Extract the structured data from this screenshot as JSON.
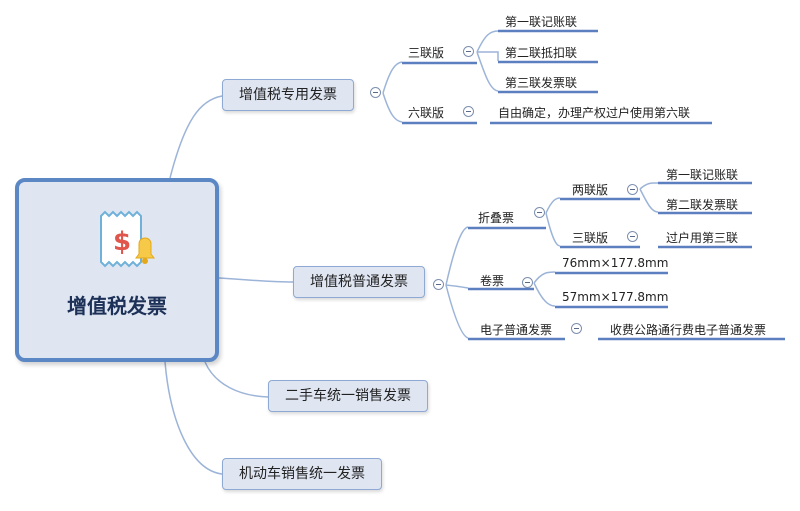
{
  "root": {
    "title": "增值税发票",
    "icon": "invoice-receipt-bell-icon"
  },
  "branches": {
    "special": {
      "label": "增值税专用发票",
      "triple": {
        "label": "三联版",
        "items": [
          "第一联记账联",
          "第二联抵扣联",
          "第三联发票联"
        ]
      },
      "six": {
        "label": "六联版",
        "item": "自由确定，办理产权过户使用第六联"
      }
    },
    "ordinary": {
      "label": "增值税普通发票",
      "folding": {
        "label": "折叠票",
        "two": {
          "label": "两联版",
          "items": [
            "第一联记账联",
            "第二联发票联"
          ]
        },
        "three": {
          "label": "三联版",
          "item": "过户用第三联"
        }
      },
      "roll": {
        "label": "卷票",
        "items": [
          "76mm×177.8mm",
          "57mm×177.8mm"
        ]
      },
      "electronic": {
        "label": "电子普通发票",
        "item": "收费公路通行费电子普通发票"
      }
    },
    "used_car": {
      "label": "二手车统一销售发票"
    },
    "motor": {
      "label": "机动车销售统一发票"
    }
  },
  "colors": {
    "line": "#9cb4d8",
    "underline": "#5b7fbf",
    "node_fill": "#dfe6f2",
    "node_border": "#8ea9d4"
  }
}
